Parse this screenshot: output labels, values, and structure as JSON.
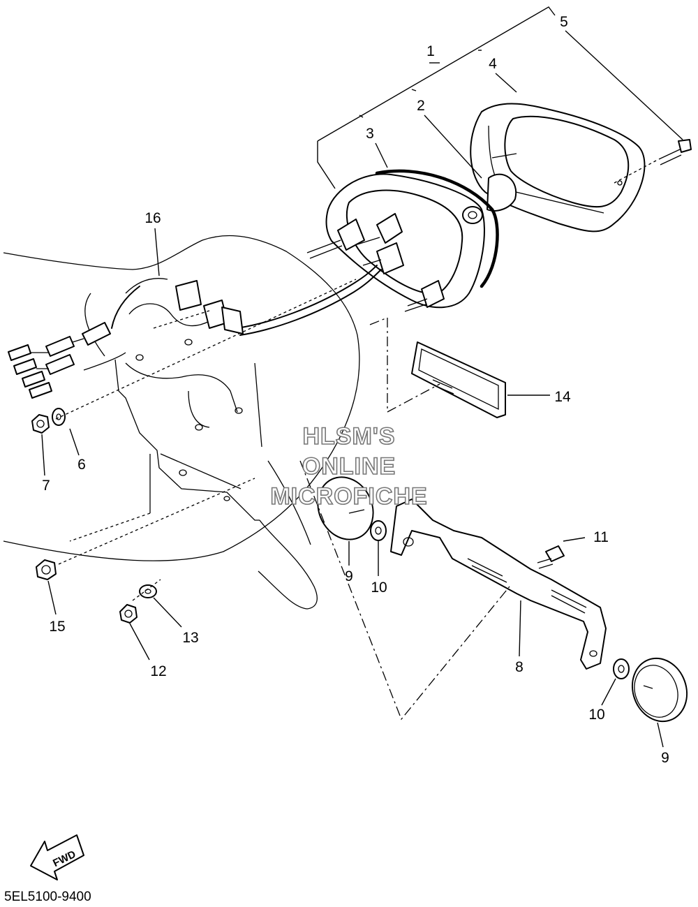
{
  "diagram": {
    "drawing_code": "5EL5100-9400",
    "watermark_lines": [
      "HLSM'S",
      "ONLINE",
      "MICROFICHE"
    ],
    "direction_label": "FWD",
    "callouts": [
      {
        "id": "c1",
        "text": "1"
      },
      {
        "id": "c2",
        "text": "2"
      },
      {
        "id": "c3",
        "text": "3"
      },
      {
        "id": "c4",
        "text": "4"
      },
      {
        "id": "c5",
        "text": "5"
      },
      {
        "id": "c6",
        "text": "6"
      },
      {
        "id": "c7",
        "text": "7"
      },
      {
        "id": "c8",
        "text": "8"
      },
      {
        "id": "c9a",
        "text": "9"
      },
      {
        "id": "c9b",
        "text": "9"
      },
      {
        "id": "c10a",
        "text": "10"
      },
      {
        "id": "c10b",
        "text": "10"
      },
      {
        "id": "c11",
        "text": "11"
      },
      {
        "id": "c12",
        "text": "12"
      },
      {
        "id": "c13",
        "text": "13"
      },
      {
        "id": "c14",
        "text": "14"
      },
      {
        "id": "c15",
        "text": "15"
      },
      {
        "id": "c16",
        "text": "16"
      }
    ]
  }
}
